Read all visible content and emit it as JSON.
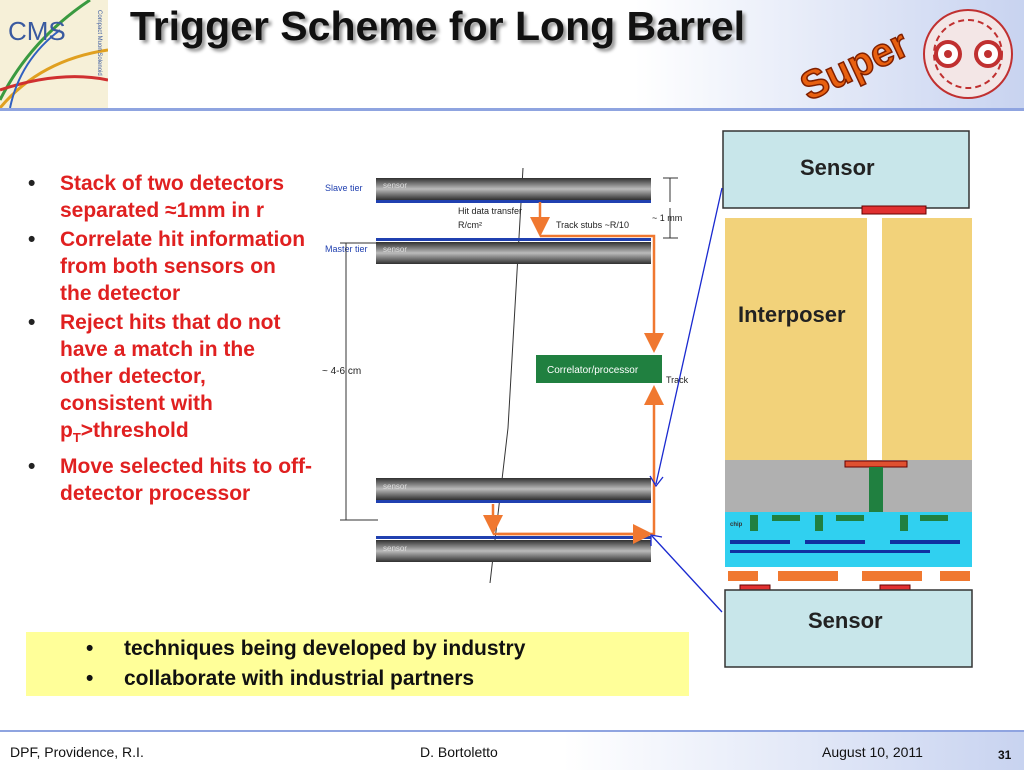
{
  "slide": {
    "title": "Trigger Scheme for Long Barrel",
    "cms_logo_text": "CMS",
    "cms_logo_subtext": "Compact Muon Solenoid",
    "super_logo_text": "Super"
  },
  "bullets": [
    "Stack of two detectors separated ≈1mm in r",
    "Correlate hit information from both sensors on the detector",
    "Reject hits that do not have a match in the other detector, consistent with",
    "Move selected hits to off-detector processor"
  ],
  "bullet3_pt": "p",
  "bullet3_sub": "T",
  "bullet3_tail": ">threshold",
  "industry_box": [
    "techniques being developed by industry",
    "collaborate with industrial partners"
  ],
  "diagram": {
    "slave_tier": "Slave tier",
    "master_tier": "Master tier",
    "sensor": "sensor",
    "hit_transfer": "Hit data transfer",
    "hit_rate": "R/cm²",
    "track_stubs": "Track stubs ~R/10",
    "gap": "~ 1 mm",
    "spacing": "~ 4-6 cm",
    "correlator": "Correlator/processor",
    "track_cut": "Track"
  },
  "stack": {
    "sensor_top": "Sensor",
    "interposer": "Interposer",
    "sensor_bottom": "Sensor",
    "chip_label": "chip"
  },
  "footer": {
    "left": "DPF, Providence, R.I.",
    "center": "D. Bortoletto",
    "right": "August 10,  2011",
    "page": "31"
  }
}
